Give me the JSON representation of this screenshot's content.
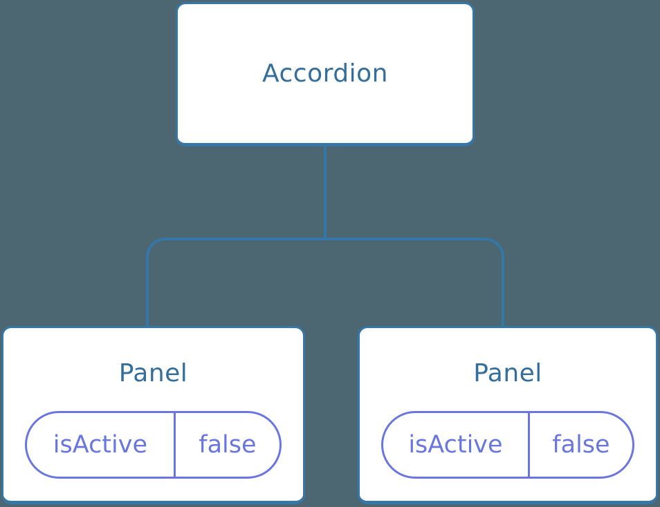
{
  "diagram": {
    "root": {
      "label": "Accordion"
    },
    "children": [
      {
        "label": "Panel",
        "state": {
          "key": "isActive",
          "value": "false"
        }
      },
      {
        "label": "Panel",
        "state": {
          "key": "isActive",
          "value": "false"
        }
      }
    ],
    "colors": {
      "background": "#4C6771",
      "connector_and_node_border": "#3577A6",
      "node_label_text": "#336E9C",
      "state_pill": "#6A76DF"
    }
  }
}
